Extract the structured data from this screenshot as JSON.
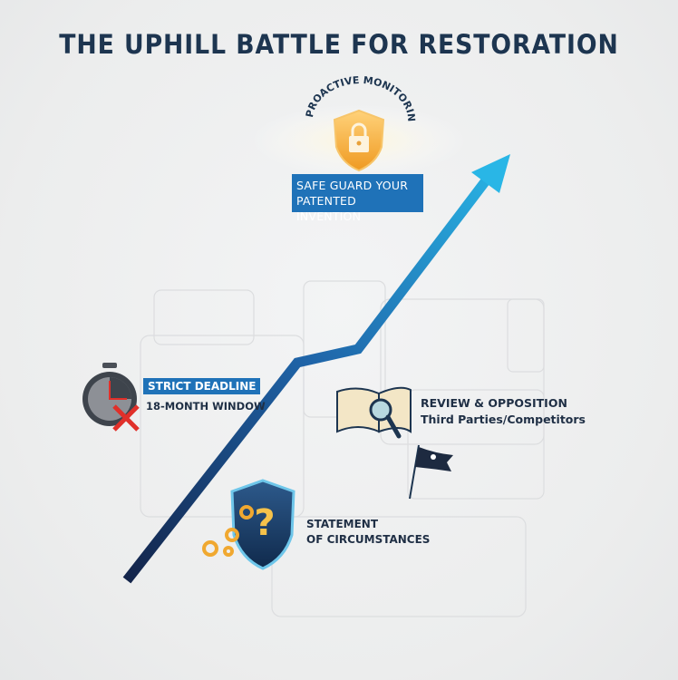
{
  "title": "THE UPHILL BATTLE FOR RESTORATION",
  "proactive": {
    "arc_label": "PROACTIVE MONITORING",
    "box_line1": "SAFE GUARD YOUR",
    "box_line2": "PATENTED INVENTION",
    "icon": "lock-shield-icon"
  },
  "deadline": {
    "badge": "STRICT DEADLINE",
    "subtitle": "18-MONTH WINDOW",
    "icon": "stopwatch-icon"
  },
  "review": {
    "title": "REVIEW & OPPOSITION",
    "subtitle": "Third Parties/Competitors",
    "icon": "book-magnifier-icon",
    "flag_icon": "pirate-flag-icon"
  },
  "statement": {
    "line1": "STATEMENT",
    "line2": "OF CIRCUMSTANCES",
    "icon": "question-shield-icon"
  },
  "colors": {
    "title": "#1d3550",
    "accent_blue": "#1f72b8",
    "arrow_start": "#13244a",
    "arrow_end": "#29b6e6",
    "gold": "#f0a830",
    "red": "#e0302a"
  }
}
